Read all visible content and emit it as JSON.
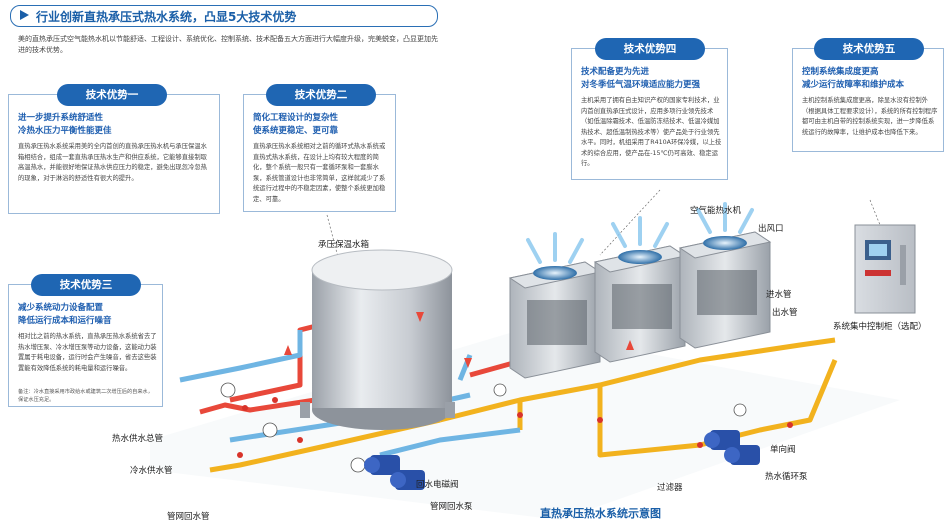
{
  "header": {
    "title": "行业创新直热承压式热水系统，凸显5大技术优势"
  },
  "intro": "美的直热承压式空气能热水机以节能舒适、工程设计、系统优化、控制系统、技术配备五大方面进行大幅度升级，完美蜕变，凸显更加先进的技术优势。",
  "cards": [
    {
      "tag": "技术优势一",
      "sub1": "进一步提升系统舒适性",
      "sub2": "冷热水压力平衡性能更佳",
      "body": "直热承压热水系统采用美的全内首创的直热承压热水机与承压保温水箱相结合，组成一套直热承压热水生产和供应系统，它能够直接制取高温热水，并能很好地保证热水供应压力的稳定，避免出现忽冷忽热的现象，对于淋浴的舒适性有很大的提升。"
    },
    {
      "tag": "技术优势二",
      "sub1": "简化工程设计的复杂性",
      "sub2": "使系统更稳定、更可靠",
      "body": "直热承压热水系统相对之前的循环式热水系统或直热式热水系统，在设计上均有较大程度的简化，整个系统一般只有一套循环泵和一套膨水泵，系统管道设计也非常简单，这样就减少了系统运行过程中的不稳定因素，使整个系统更加稳定、可靠。"
    },
    {
      "tag": "技术优势三",
      "sub1": "减少系统动力设备配置",
      "sub2": "降低运行成本和运行噪音",
      "body": "相对比之前的热水系统，直热承压热水系统省去了热水增压泵、冷水增压泵等动力设备，这能动力装置属于耗电设备，运行时会产生噪音，省去这些装置能有效降低系统的耗电量和运行噪音。",
      "note": "备注：冷水直接采用市政给水或建筑二次增压后的自来水，保证水压充足。"
    },
    {
      "tag": "技术优势四",
      "sub1": "技术配备更为先进",
      "sub2": "对冬季低气温环境适应能力更强",
      "body": "主机采用了拥有自主知识产权的国家专利技术，业内首创直热承压式设计，应用多项行业领先技术（如低温除霜技术、低温防冻结技术、低温冷媒加热技术、超低温制热技术等）使产品处于行业领先水平。同时，机组采用了R410A环保冷媒，以上技术的综合应用，使产品在-15℃仍可高效、稳定运行。"
    },
    {
      "tag": "技术优势五",
      "sub1": "控制系统集成度更高",
      "sub2": "减少运行故障率和维护成本",
      "body": "主机控制系统集成度更高，除显水没有控制外（根据具体工程要求设计），系统的所有控制程序都可由主机自带的控制系统实现，进一步降低系统运行的故障率，让维护成本也降低下来。"
    }
  ],
  "labels": {
    "tank": "承压保温水箱",
    "heatpump": "空气能热水机",
    "outlet_air": "出风口",
    "inlet_pipe": "进水管",
    "outlet_pipe": "出水管",
    "hot_main": "热水供水总管",
    "cold_main": "冷水供水管",
    "return_main": "管网回水管",
    "return_valve": "回水电磁阀",
    "return_pump": "管网回水泵",
    "check_valve": "单向阀",
    "filter": "过滤器",
    "circ_pump": "热水循环泵",
    "controller": "系统集中控制柜（选配）"
  },
  "caption": "直热承压热水系统示意图",
  "colors": {
    "accent": "#1f66b3",
    "hot_pipe": "#e8483a",
    "warm_pipe": "#f2b21e",
    "cold_pipe": "#6fb5e3"
  }
}
